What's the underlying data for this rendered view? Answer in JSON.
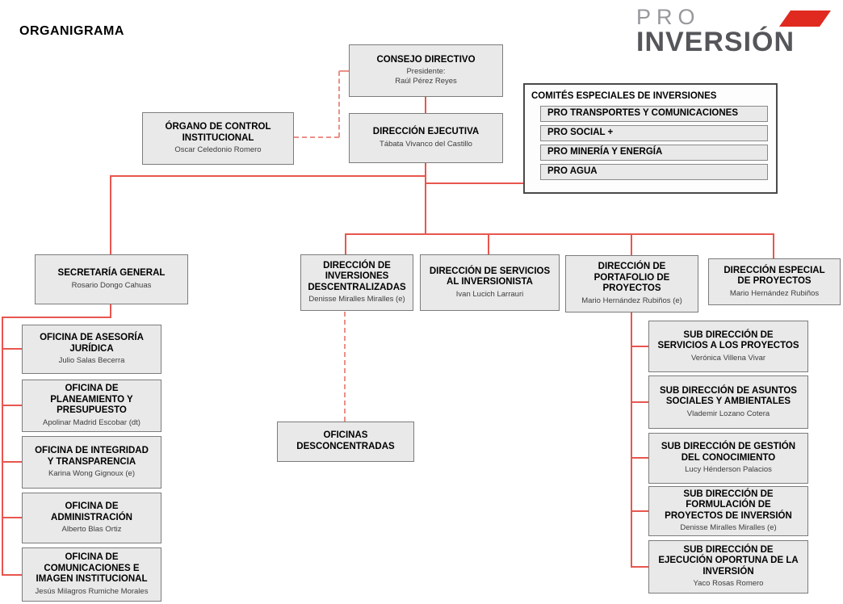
{
  "page": {
    "title": "ORGANIGRAMA"
  },
  "logo": {
    "line1": "PRO",
    "line2": "INVERSIÓN"
  },
  "colors": {
    "brand_red": "#e02a1f",
    "connector_red": "#e8564e",
    "node_fill": "#e9e9e9"
  },
  "nodes": {
    "consejo_directivo": {
      "title": "CONSEJO DIRECTIVO",
      "person": "Presidente:\nRaúl Pérez Reyes"
    },
    "organo_control": {
      "title": "ÓRGANO DE CONTROL INSTITUCIONAL",
      "person": "Oscar Celedonio Romero"
    },
    "direccion_ejecutiva": {
      "title": "DIRECCIÓN EJECUTIVA",
      "person": "Tábata Vivanco del Castillo"
    },
    "secretaria_general": {
      "title": "SECRETARÍA GENERAL",
      "person": "Rosario Dongo Cahuas"
    },
    "of_asesoria": {
      "title": "OFICINA DE ASESORÍA JURÍDICA",
      "person": "Julio Salas Becerra"
    },
    "of_planeamiento": {
      "title": "OFICINA DE PLANEAMIENTO Y PRESUPUESTO",
      "person": "Apolinar Madrid Escobar (dt)"
    },
    "of_integridad": {
      "title": "OFICINA DE INTEGRIDAD Y TRANSPARENCIA",
      "person": "Karina Wong Gignoux (e)"
    },
    "of_administracion": {
      "title": "OFICINA DE ADMINISTRACIÓN",
      "person": "Alberto Blas Ortiz"
    },
    "of_comunicaciones": {
      "title": "OFICINA DE COMUNICACIONES E IMAGEN INSTITUCIONAL",
      "person": "Jesús Milagros Rumiche Morales"
    },
    "dir_inversiones": {
      "title": "DIRECCIÓN DE INVERSIONES DESCENTRALIZADAS",
      "person": "Denisse Miralles Miralles (e)"
    },
    "dir_servicios": {
      "title": "DIRECCIÓN DE SERVICIOS AL INVERSIONISTA",
      "person": "Ivan Lucich Larrauri"
    },
    "dir_portafolio": {
      "title": "DIRECCIÓN DE PORTAFOLIO DE PROYECTOS",
      "person": "Mario Hernández Rubiños (e)"
    },
    "dir_especial": {
      "title": "DIRECCIÓN ESPECIAL DE PROYECTOS",
      "person": "Mario Hernández Rubiños"
    },
    "oficinas_desconcentradas": {
      "title": "OFICINAS DESCONCENTRADAS"
    },
    "sd_servicios": {
      "title": "SUB DIRECCIÓN DE SERVICIOS A LOS PROYECTOS",
      "person": "Verónica Villena Vivar"
    },
    "sd_asuntos": {
      "title": "SUB DIRECCIÓN DE ASUNTOS SOCIALES Y AMBIENTALES",
      "person": "Vlademir Lozano Cotera"
    },
    "sd_gestion": {
      "title": "SUB DIRECCIÓN DE GESTIÓN DEL CONOCIMIENTO",
      "person": "Lucy Hénderson Palacios"
    },
    "sd_formulacion": {
      "title": "SUB DIRECCIÓN DE FORMULACIÓN DE PROYECTOS DE INVERSIÓN",
      "person": "Denisse Miralles Miralles (e)"
    },
    "sd_ejecucion": {
      "title": "SUB DIRECCIÓN DE EJECUCIÓN OPORTUNA DE LA INVERSIÓN",
      "person": "Yaco Rosas Romero"
    }
  },
  "comites": {
    "title": "COMITÉS ESPECIALES DE INVERSIONES",
    "items": [
      "PRO TRANSPORTES Y COMUNICACIONES",
      "PRO SOCIAL +",
      "PRO MINERÍA Y ENERGÍA",
      "PRO AGUA"
    ]
  }
}
